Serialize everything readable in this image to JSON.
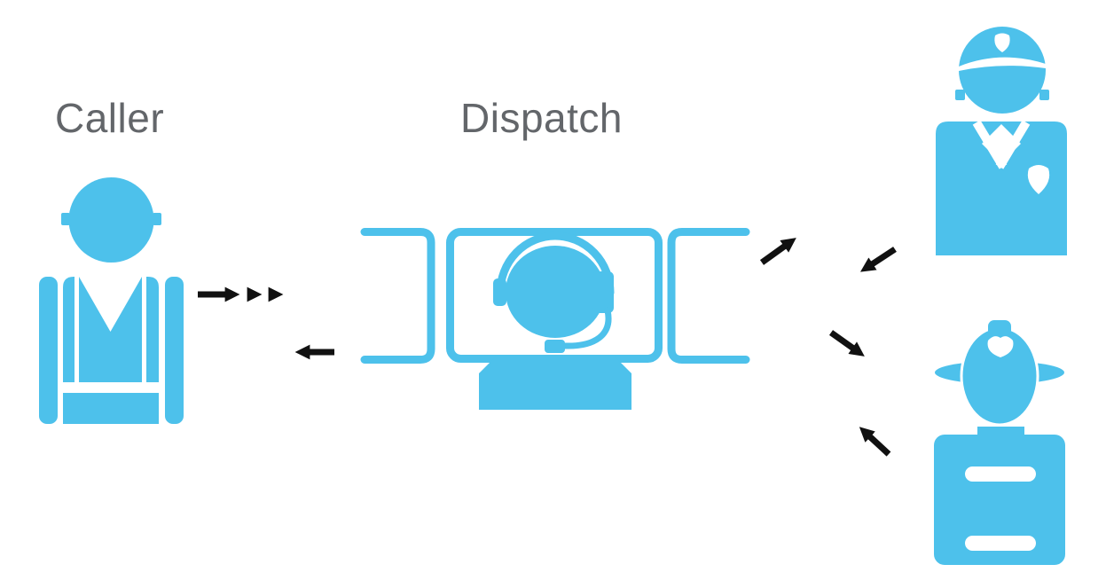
{
  "colors": {
    "icon_blue": "#4DC1EB",
    "label_gray": "#63666A",
    "arrow_black": "#111111",
    "background": "#FFFFFF"
  },
  "nodes": {
    "caller": {
      "label": "Caller",
      "icon": "construction-worker-caller-icon"
    },
    "dispatch": {
      "label": "Dispatch",
      "icon": "dispatcher-headset-console-icon"
    },
    "police": {
      "icon": "police-officer-icon"
    },
    "firefighter": {
      "icon": "firefighter-icon"
    }
  },
  "flows": [
    {
      "from": "caller",
      "to": "dispatch",
      "style": "triple-segment-right-arrows"
    },
    {
      "from": "dispatch",
      "to": "caller",
      "style": "single-left-arrow"
    },
    {
      "from": "dispatch",
      "to": "police",
      "style": "diagonal-up-right-arrow"
    },
    {
      "from": "police",
      "to": "dispatch",
      "style": "diagonal-down-left-arrow"
    },
    {
      "from": "dispatch",
      "to": "firefighter",
      "style": "diagonal-down-right-arrow"
    },
    {
      "from": "firefighter",
      "to": "dispatch",
      "style": "diagonal-up-left-arrow"
    }
  ]
}
